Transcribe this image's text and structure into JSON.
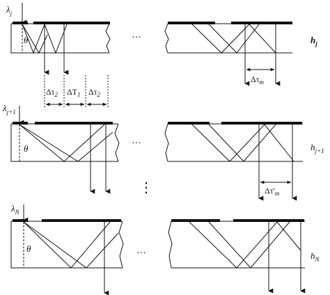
{
  "labels": {
    "lambda_j": {
      "base": "λ",
      "sub": "j"
    },
    "lambda_j1": {
      "base": "λ",
      "sub": "j+1"
    },
    "lambda_N": {
      "base": "λ",
      "sub": "N"
    },
    "theta": "θ",
    "h_j": {
      "base": "h",
      "sub": "j"
    },
    "h_j1": {
      "base": "h",
      "sub": "j+1"
    },
    "h_N": {
      "base": "h",
      "sub": "N"
    },
    "dtau2_a": {
      "base": "Δτ",
      "sub": "2"
    },
    "dT1": {
      "base": "ΔT",
      "sub": "1"
    },
    "dtau2_b": {
      "base": "Δτ",
      "sub": "2"
    },
    "dtau_m": {
      "base": "Δτ",
      "sub": "m"
    },
    "dtau_m_prime": {
      "base": "Δτ'",
      "sub": "m"
    },
    "ellipsis_h": "···",
    "ellipsis_v": "⋮"
  },
  "colors": {
    "stroke": "#111111",
    "background": "#ffffff"
  }
}
